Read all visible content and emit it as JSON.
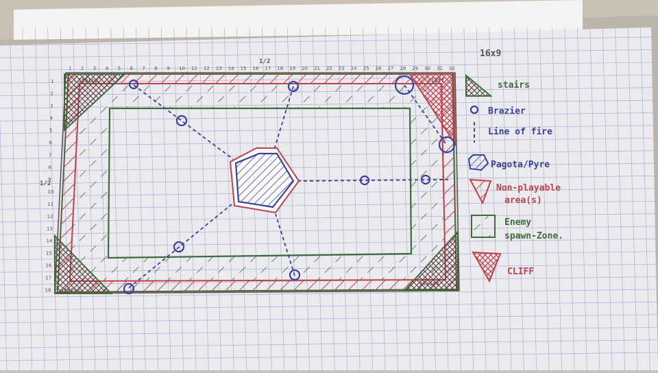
{
  "page": {
    "size_note": "16x9",
    "center_mark_top": "1/2",
    "center_mark_left": "1/2"
  },
  "grid": {
    "columns": [
      "1",
      "2",
      "3",
      "4",
      "5",
      "6",
      "7",
      "8",
      "9",
      "10",
      "11",
      "12",
      "13",
      "14",
      "15",
      "16",
      "17",
      "18",
      "19",
      "20",
      "21",
      "22",
      "23",
      "24",
      "25",
      "26",
      "27",
      "28",
      "29",
      "30",
      "31",
      "32"
    ],
    "rows": [
      "1",
      "2",
      "3",
      "4",
      "5",
      "6",
      "7",
      "8",
      "9",
      "10",
      "11",
      "12",
      "13",
      "14",
      "15",
      "16",
      "17",
      "18"
    ]
  },
  "map_labels": {
    "stairs_top_left": "Stairs",
    "stairs_bottom_left": "stairs",
    "stairs_bottom_right": "stairs",
    "cliff_top_right": "cliff"
  },
  "legend": [
    {
      "key": "stairs",
      "label": "stairs",
      "color": "#3d6b3a"
    },
    {
      "key": "brazier",
      "label": "Brazier",
      "color": "#3a3fa0"
    },
    {
      "key": "line_of_fire",
      "label": "Line of fire",
      "color": "#3a3fa0"
    },
    {
      "key": "pagoda",
      "label": "Pagota/Pyre",
      "color": "#3a3fa0"
    },
    {
      "key": "non_playable",
      "label": "Non-playable",
      "label2": "area(s)",
      "color": "#c0404a"
    },
    {
      "key": "enemy_spawn",
      "label": "Enemy",
      "label2": "spawn-Zone.",
      "color": "#3d6b3a"
    },
    {
      "key": "cliff",
      "label": "CLIFF",
      "color": "#c0404a"
    }
  ],
  "colors": {
    "paper": "#ebebef",
    "grid_line": "#a9b0cc",
    "red_ink": "#c0404a",
    "green_ink": "#3d6b3a",
    "blue_ink": "#3a3fa0",
    "grey_ink": "#555555"
  }
}
